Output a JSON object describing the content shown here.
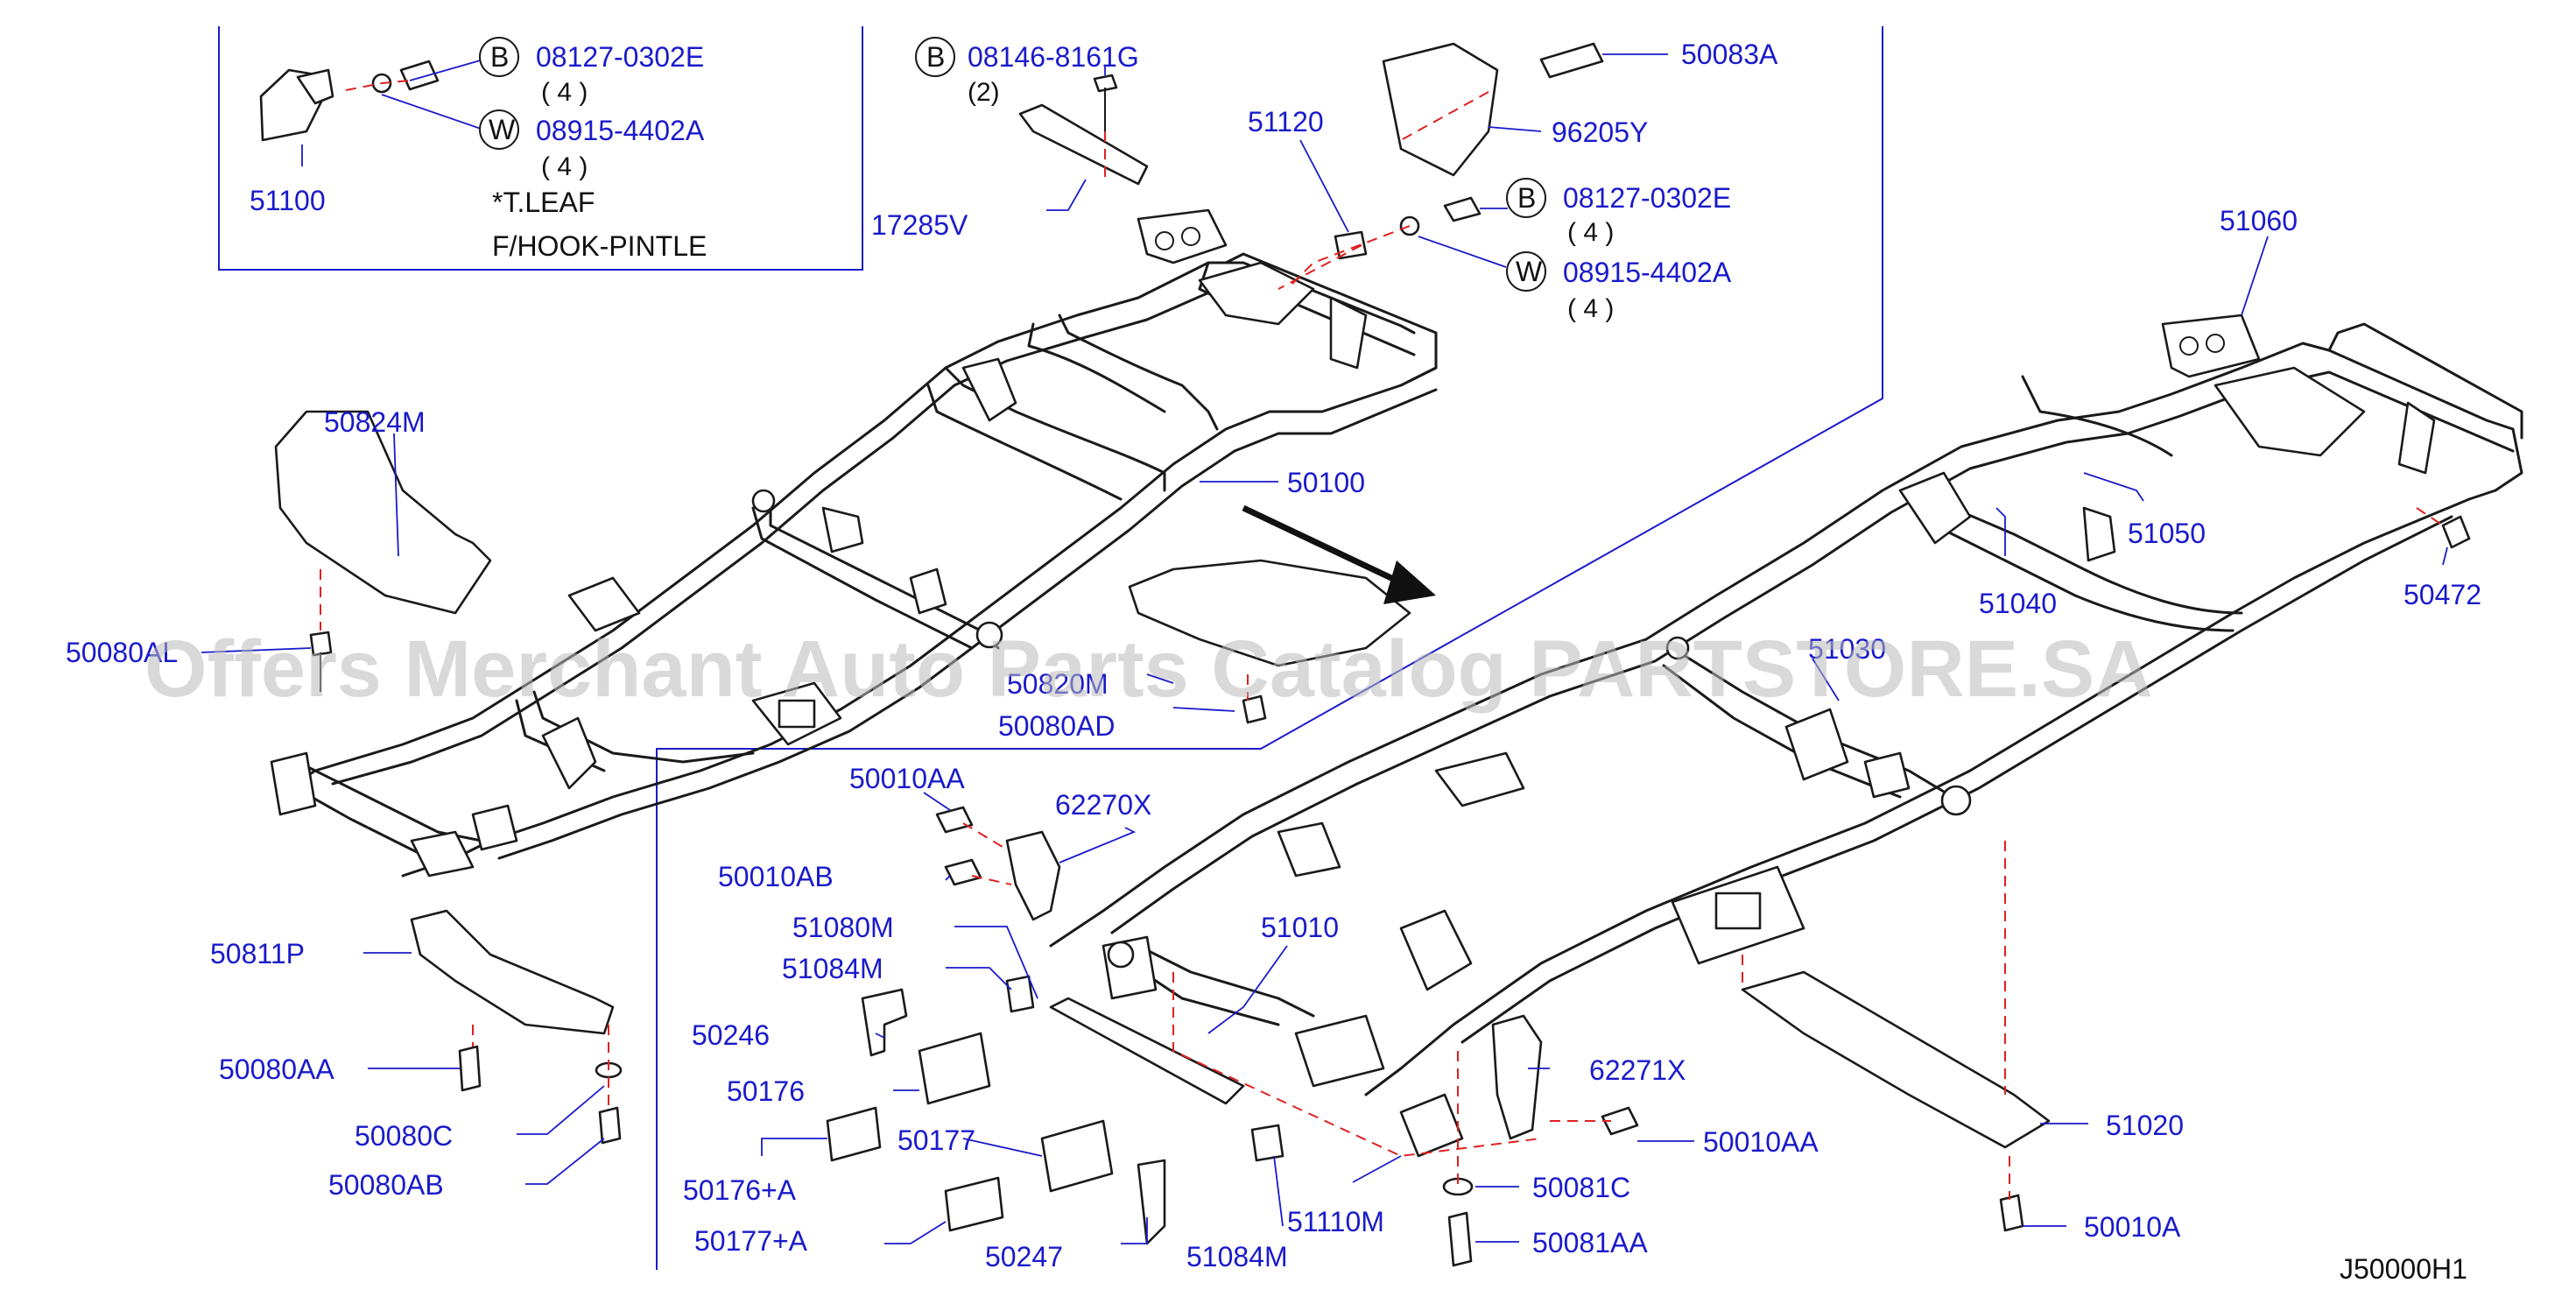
{
  "watermark": "Offers Merchant Auto Parts Catalog PARTSTORE.SA",
  "diagram_id": "J50000H1",
  "callouts": {
    "c_51100": "51100",
    "c_08127_a": "08127-0302E",
    "c_08127_a_qty": "( 4 )",
    "c_08915_a": "08915-4402A",
    "c_08915_a_qty": "( 4 )",
    "note_leaf": "*T.LEAF",
    "note_hook": "F/HOOK-PINTLE",
    "c_08146": "08146-8161G",
    "c_08146_qty": "(2)",
    "c_17285V": "17285V",
    "c_51120": "51120",
    "c_50083A": "50083A",
    "c_96205Y": "96205Y",
    "c_08127_b": "08127-0302E",
    "c_08127_b_qty": "( 4 )",
    "c_08915_b": "08915-4402A",
    "c_08915_b_qty": "( 4 )",
    "c_51060": "51060",
    "c_50824M": "50824M",
    "c_50100": "50100",
    "c_51050": "51050",
    "c_51040": "51040",
    "c_50472": "50472",
    "c_50080AL": "50080AL",
    "c_50820M": "50820M",
    "c_50080AD": "50080AD",
    "c_51030": "51030",
    "c_50010AA_top": "50010AA",
    "c_62270X": "62270X",
    "c_50010AB": "50010AB",
    "c_51080M": "51080M",
    "c_51084M_top": "51084M",
    "c_50246": "50246",
    "c_50176": "50176",
    "c_50177": "50177",
    "c_50176A": "50176+A",
    "c_50177A": "50177+A",
    "c_50247": "50247",
    "c_51084M_bot": "51084M",
    "c_51010": "51010",
    "c_51110M": "51110M",
    "c_62271X": "62271X",
    "c_50010AA_bot": "50010AA",
    "c_50081C": "50081C",
    "c_50081AA": "50081AA",
    "c_51020": "51020",
    "c_50010A": "50010A",
    "c_50811P": "50811P",
    "c_50080AA": "50080AA",
    "c_50080C": "50080C",
    "c_50080AB": "50080AB"
  },
  "symbols": {
    "bolt_letter": "B",
    "washer_letter": "W"
  },
  "colors": {
    "label": "#1a1acc",
    "leader_dashed": "#e02020",
    "outline": "#1a1a1a",
    "watermark": "#b9b9b9"
  }
}
